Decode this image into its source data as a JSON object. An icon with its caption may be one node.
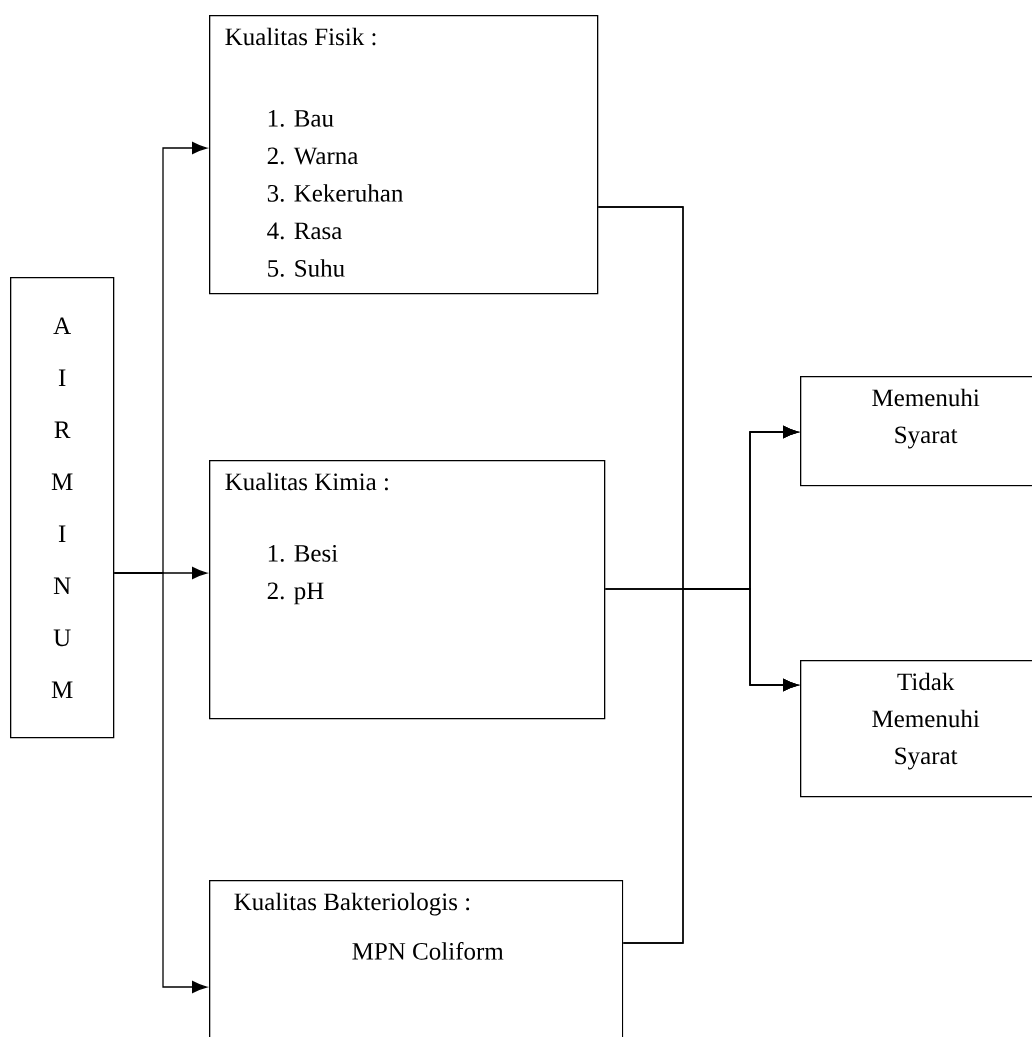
{
  "diagram": {
    "nodes": [
      {
        "text": [
          "A I R M I N U M"
        ]
      },
      {
        "text": [
          "Kualitas Fisik :",
          "1. Bau",
          "2. Warna",
          "3. Kekeruhan",
          "4. Rasa",
          "5. Suhu"
        ]
      },
      {
        "text": [
          "Kualitas Kimia :",
          "1. Besi",
          "2. pH"
        ]
      },
      {
        "text": [
          "Kualitas Bakteriologis :",
          "MPN Coliform"
        ]
      },
      {
        "text": [
          "Memenuhi Syarat"
        ]
      },
      {
        "text": [
          "Tidak Memenuhi Syarat"
        ]
      }
    ],
    "edges": [
      {
        "from": 0,
        "to": 1,
        "arrow": "to"
      },
      {
        "from": 0,
        "to": 2,
        "arrow": "to"
      },
      {
        "from": 0,
        "to": 3,
        "arrow": "to"
      },
      {
        "from": 1,
        "to": 4,
        "arrow": "to"
      },
      {
        "from": 1,
        "to": 5,
        "arrow": "to"
      },
      {
        "from": 2,
        "to": 4,
        "arrow": "to"
      },
      {
        "from": 2,
        "to": 5,
        "arrow": "to"
      },
      {
        "from": 3,
        "to": 4,
        "arrow": "to"
      },
      {
        "from": 3,
        "to": 5,
        "arrow": "to"
      }
    ]
  }
}
